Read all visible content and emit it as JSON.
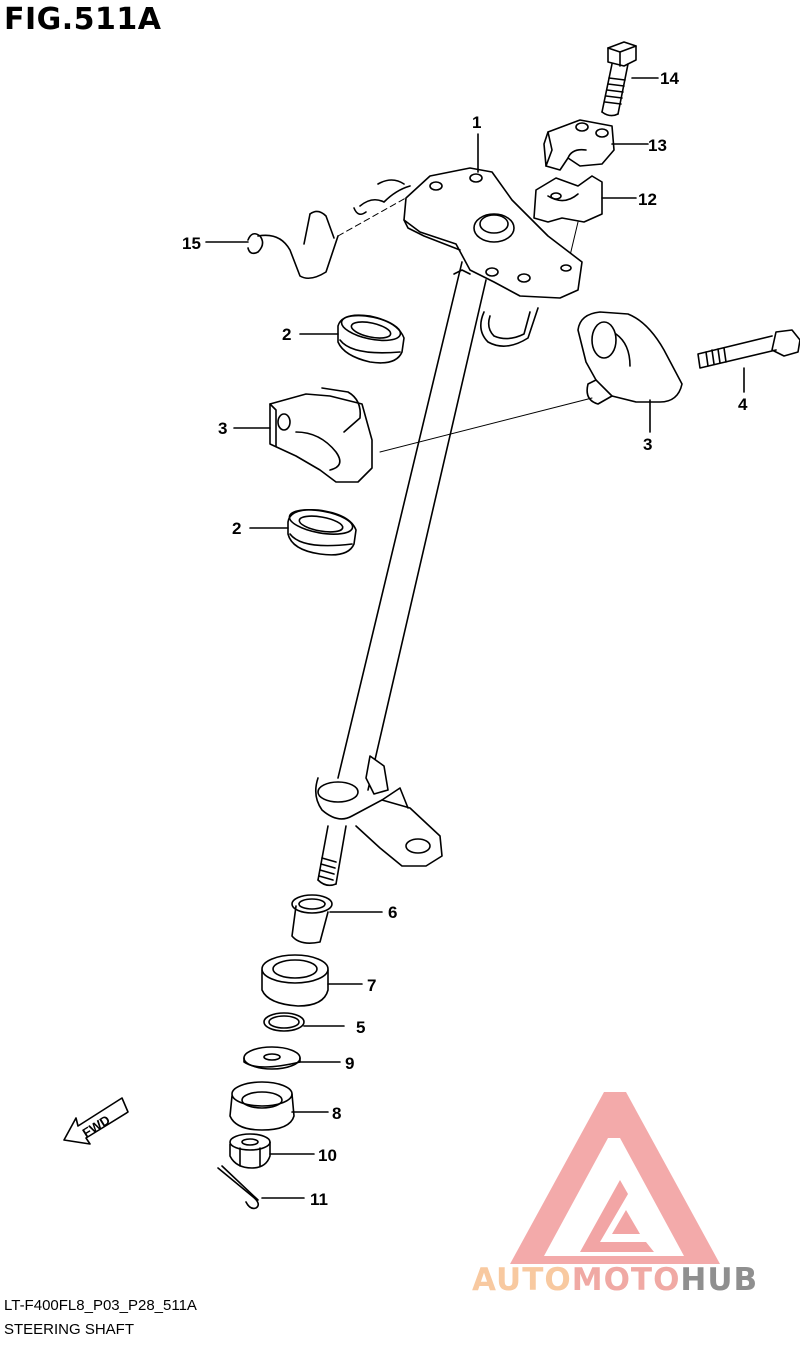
{
  "figure": {
    "title": "FIG.511A"
  },
  "callouts": [
    {
      "id": "14",
      "label": "14"
    },
    {
      "id": "1",
      "label": "1"
    },
    {
      "id": "13",
      "label": "13"
    },
    {
      "id": "12",
      "label": "12"
    },
    {
      "id": "15",
      "label": "15"
    },
    {
      "id": "2a",
      "label": "2"
    },
    {
      "id": "4",
      "label": "4"
    },
    {
      "id": "3a",
      "label": "3"
    },
    {
      "id": "3b",
      "label": "3"
    },
    {
      "id": "2b",
      "label": "2"
    },
    {
      "id": "6",
      "label": "6"
    },
    {
      "id": "7",
      "label": "7"
    },
    {
      "id": "5",
      "label": "5"
    },
    {
      "id": "9",
      "label": "9"
    },
    {
      "id": "8",
      "label": "8"
    },
    {
      "id": "10",
      "label": "10"
    },
    {
      "id": "11",
      "label": "11"
    }
  ],
  "direction_marker": {
    "label": "FWD"
  },
  "footer": {
    "code": "LT-F400FL8_P03_P28_511A",
    "caption": "STEERING SHAFT"
  },
  "watermark": {
    "part1": "AUTO",
    "part2": "MOTO",
    "part3": "HUB",
    "colors": {
      "auto": "#f8c9a0",
      "moto": "#f0a9a4",
      "hub": "#8f8f8f",
      "logo": "#f2a5a5"
    }
  }
}
